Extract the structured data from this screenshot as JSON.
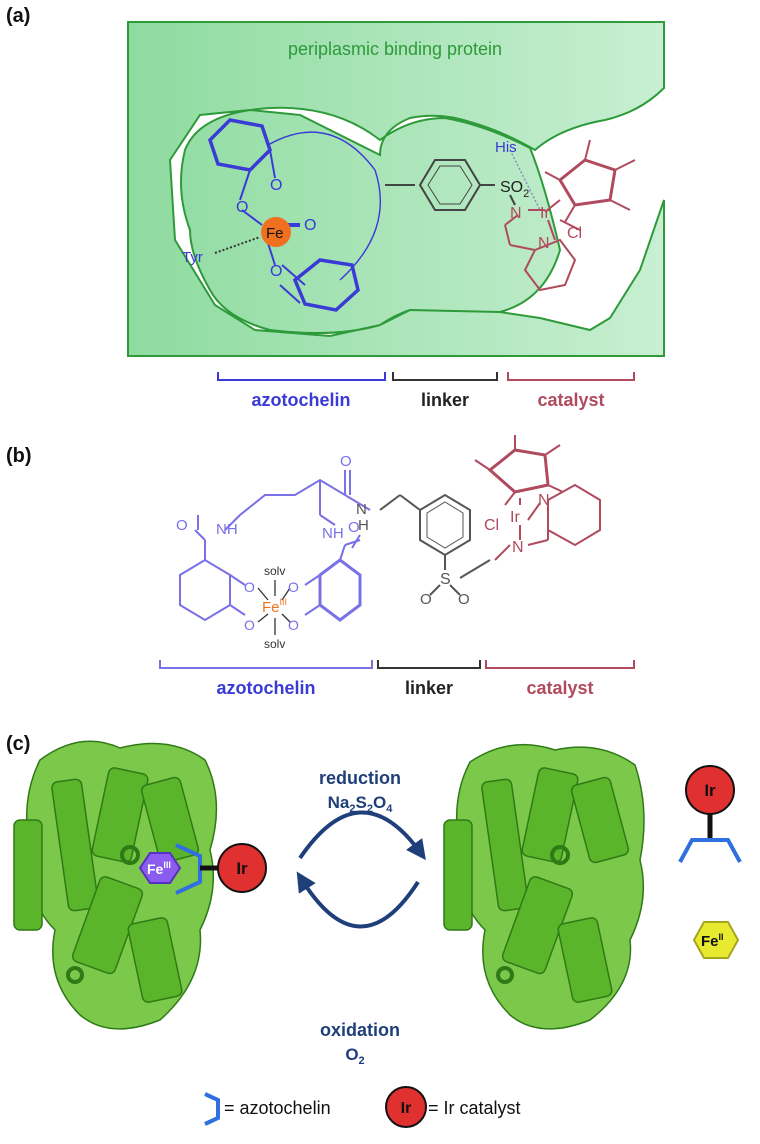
{
  "panel_a": {
    "label": "(a)",
    "protein_name": "periplasmic binding protein",
    "residue_his": "His",
    "residue_tyr": "Tyr",
    "atom_fe": "Fe",
    "atom_ir": "Ir",
    "atom_cl": "Cl",
    "atom_n1": "N",
    "atom_n2": "N",
    "o_labels": [
      "O",
      "O",
      "O",
      "O"
    ],
    "sulfonyl_base": "SO",
    "sulfonyl_sub": "2",
    "azotochelin_label": "azotochelin",
    "linker_label": "linker",
    "catalyst_label": "catalyst",
    "colors": {
      "protein_fill": "#9fe0b0",
      "protein_edge": "#2e9a3a",
      "azotochelin": "#3a3ad6",
      "catalyst": "#b04a5e",
      "linker": "#333333",
      "iron": "#f07020"
    }
  },
  "panel_b": {
    "label": "(b)",
    "nh1": "NH",
    "nh2": "NH",
    "n_amide": "N",
    "h_amide": "H",
    "o_labels": [
      "O",
      "O",
      "O",
      "O",
      "O",
      "O",
      "O"
    ],
    "solv_top": "solv",
    "solv_bottom": "solv",
    "fe_base": "Fe",
    "fe_sup": "III",
    "ir": "Ir",
    "n_pyr": "N",
    "n_sulf": "N",
    "cl": "Cl",
    "s": "S",
    "azotochelin_label": "azotochelin",
    "linker_label": "linker",
    "catalyst_label": "catalyst"
  },
  "panel_c": {
    "label": "(c)",
    "reduction": "reduction",
    "reductant_parts": [
      "Na",
      "2",
      "S",
      "2",
      "O",
      "4"
    ],
    "oxidation": "oxidation",
    "oxidant_base": "O",
    "oxidant_sub": "2",
    "fe3_base": "Fe",
    "fe3_sup": "III",
    "fe2_base": "Fe",
    "fe2_sup": "II",
    "ir": "Ir",
    "legend": {
      "azotochelin_text": "= azotochelin",
      "ir_symbol": "Ir",
      "ir_text": "= Ir catalyst"
    },
    "colors": {
      "protein": "#5bb52a",
      "arrow": "#1f3f7a",
      "fe3": "#8a5cf0",
      "fe2": "#e0e020",
      "ir": "#e03030",
      "azotochelin": "#2f6fe0"
    }
  }
}
